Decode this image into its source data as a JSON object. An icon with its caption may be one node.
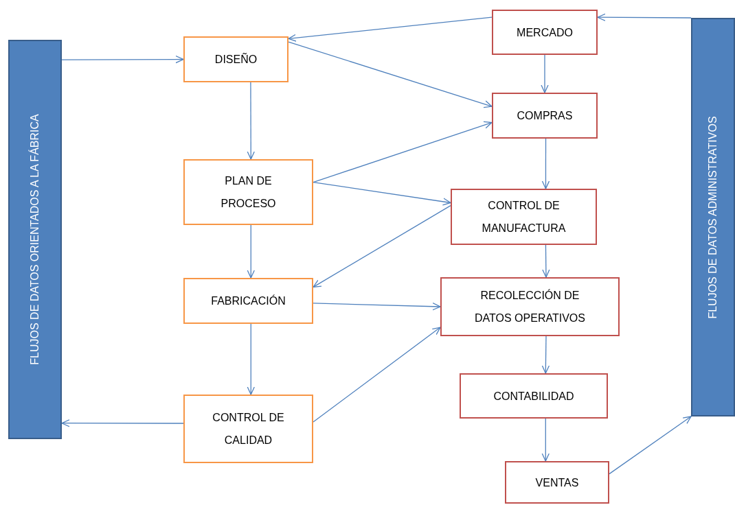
{
  "diagram": {
    "nodes": [
      {
        "text": [
          "FLUJOS DE DATOS ORIENTADOS A LA FÁBRICA"
        ]
      },
      {
        "text": [
          "DISEÑO"
        ]
      },
      {
        "text": [
          "PLAN DE PROCESO"
        ]
      },
      {
        "text": [
          "FABRICACIÓN"
        ]
      },
      {
        "text": [
          "CONTROL DE CALIDAD"
        ]
      },
      {
        "text": [
          "MERCADO"
        ]
      },
      {
        "text": [
          "COMPRAS"
        ]
      },
      {
        "text": [
          "CONTROL DE MANUFACTURA"
        ]
      },
      {
        "text": [
          "RECOLECCIÓN DE DATOS OPERATIVOS"
        ]
      },
      {
        "text": [
          "CONTABILIDAD"
        ]
      },
      {
        "text": [
          "VENTAS"
        ]
      },
      {
        "text": [
          "FLUJOS DE DATOS ADMINISTRATIVOS"
        ]
      }
    ],
    "edges": [
      {
        "from": 0,
        "to": 1,
        "arrow": "to"
      },
      {
        "from": 5,
        "to": 1,
        "arrow": "to"
      },
      {
        "from": 1,
        "to": 6,
        "arrow": "to"
      },
      {
        "from": 1,
        "to": 2,
        "arrow": "to"
      },
      {
        "from": 2,
        "to": 6,
        "arrow": "to"
      },
      {
        "from": 2,
        "to": 7,
        "arrow": "to"
      },
      {
        "from": 2,
        "to": 3,
        "arrow": "to"
      },
      {
        "from": 7,
        "to": 3,
        "arrow": "to"
      },
      {
        "from": 3,
        "to": 8,
        "arrow": "to"
      },
      {
        "from": 3,
        "to": 4,
        "arrow": "to"
      },
      {
        "from": 4,
        "to": 0,
        "arrow": "to"
      },
      {
        "from": 4,
        "to": 8,
        "arrow": "to"
      },
      {
        "from": 5,
        "to": 6,
        "arrow": "to"
      },
      {
        "from": 6,
        "to": 7,
        "arrow": "to"
      },
      {
        "from": 7,
        "to": 8,
        "arrow": "to"
      },
      {
        "from": 8,
        "to": 9,
        "arrow": "to"
      },
      {
        "from": 9,
        "to": 10,
        "arrow": "to"
      },
      {
        "from": 10,
        "to": 11,
        "arrow": "to"
      },
      {
        "from": 11,
        "to": 5,
        "arrow": "to"
      }
    ]
  }
}
